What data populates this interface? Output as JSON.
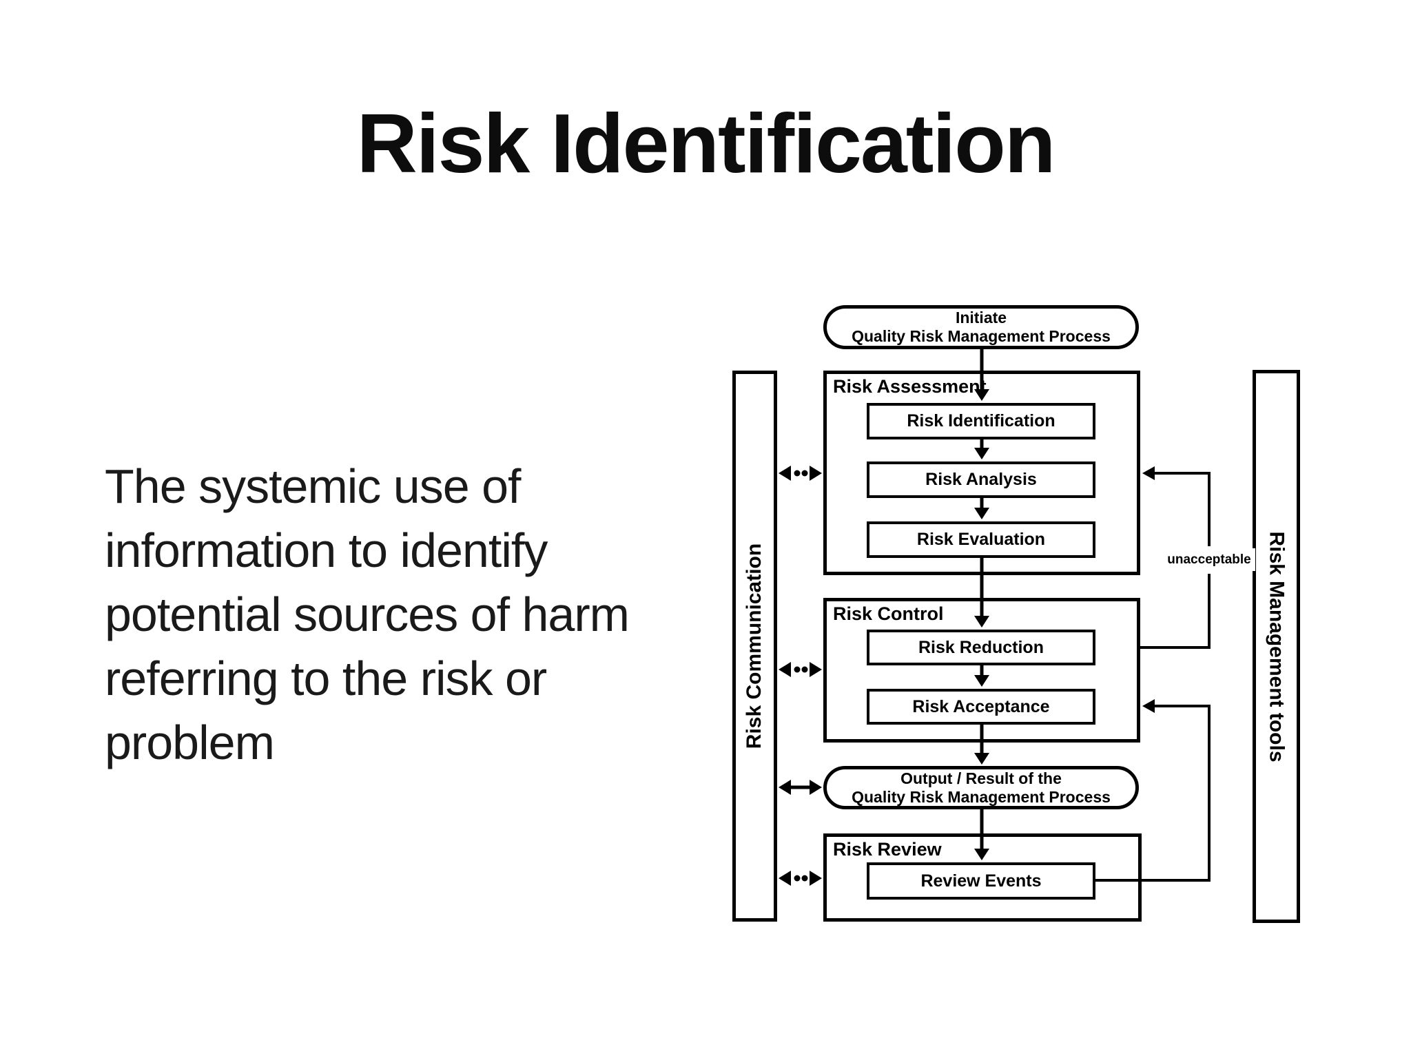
{
  "title": "Risk Identification",
  "body": {
    "lines": [
      "The systemic use of",
      "information to identify",
      "potential sources of harm",
      "referring to the risk or",
      "problem"
    ]
  },
  "diagram": {
    "initiate": {
      "line1": "Initiate",
      "line2": "Quality Risk Management Process"
    },
    "risk_assessment": {
      "label": "Risk Assessment",
      "boxes": [
        "Risk Identification",
        "Risk Analysis",
        "Risk Evaluation"
      ]
    },
    "risk_control": {
      "label": "Risk Control",
      "boxes": [
        "Risk Reduction",
        "Risk Acceptance"
      ]
    },
    "output": {
      "line1": "Output / Result of the",
      "line2": "Quality Risk Management Process"
    },
    "risk_review": {
      "label": "Risk Review",
      "boxes": [
        "Review Events"
      ]
    },
    "left_bar": "Risk Communication",
    "right_bar": "Risk Management tools",
    "unacceptable_label": "unacceptable",
    "colors": {
      "line": "#000000",
      "text": "#1a1a1a",
      "background": "#ffffff"
    }
  }
}
